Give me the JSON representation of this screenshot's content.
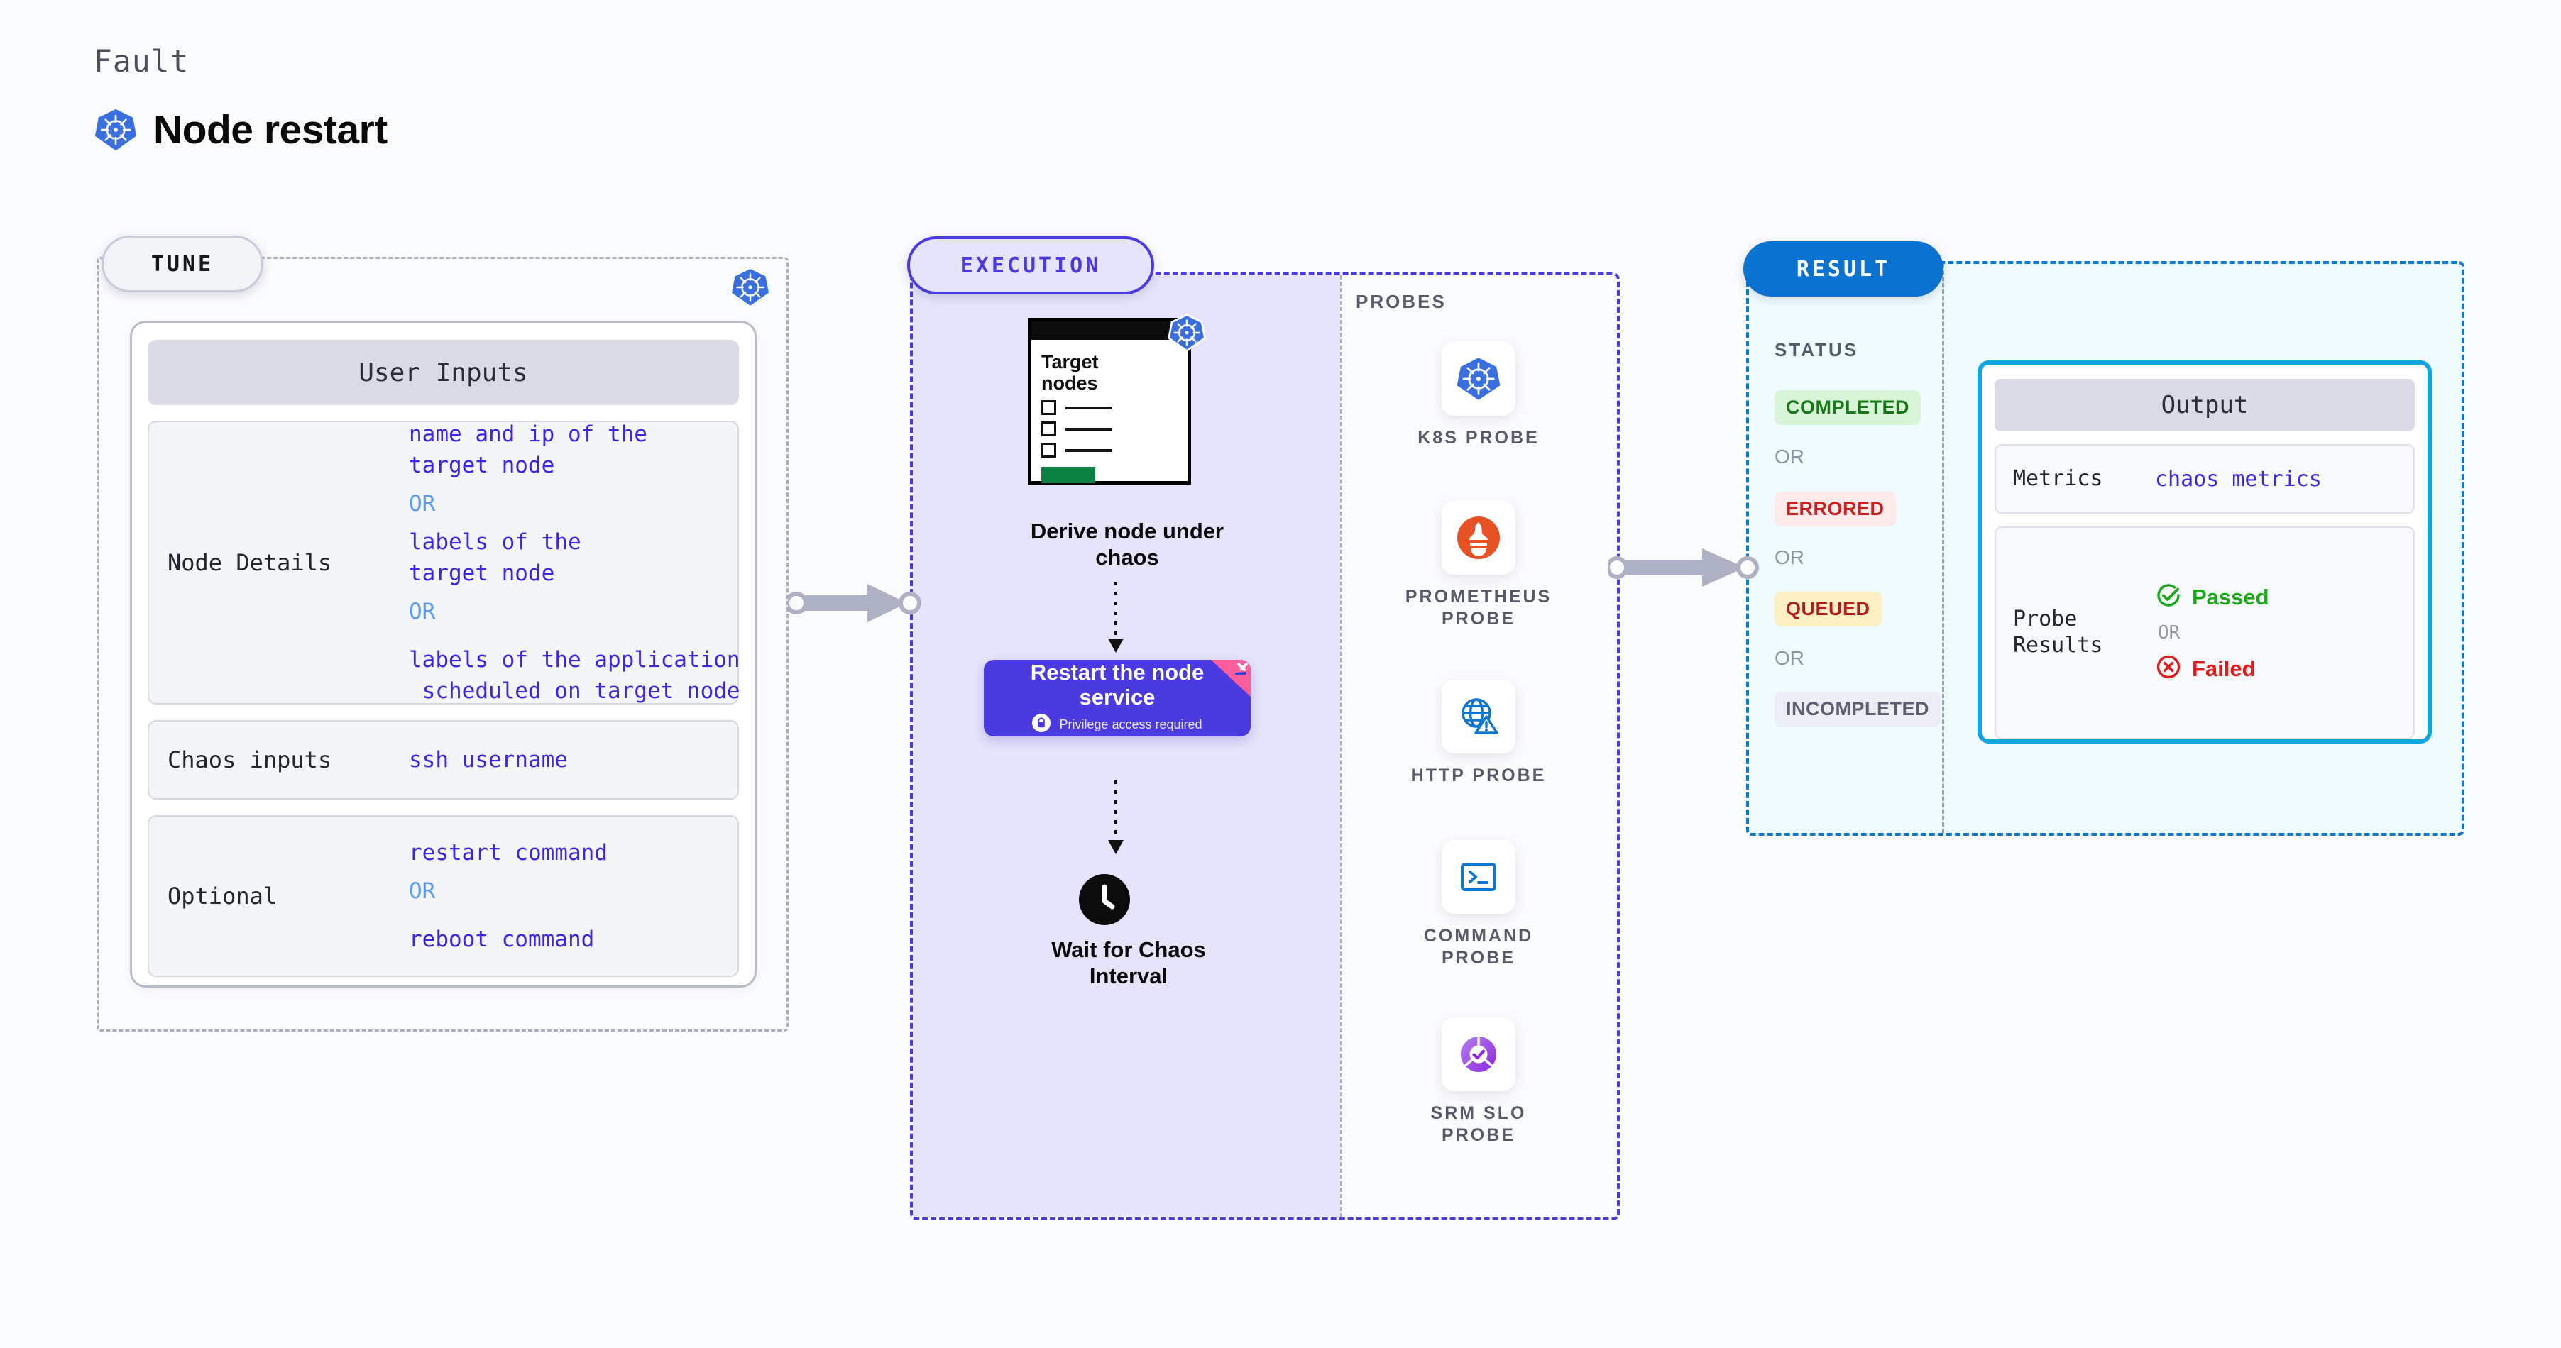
{
  "header": {
    "eyebrow": "Fault",
    "title": "Node restart",
    "logo_icon": "kubernetes-icon"
  },
  "colors": {
    "tune_border": "#a9aebc",
    "execution_accent": "#4a3ae0",
    "result_accent": "#0b73cf",
    "output_border": "#12a5e0",
    "value_text": "#3b26e8",
    "or_text": "#5a9bf6"
  },
  "tune": {
    "badge": "TUNE",
    "k8s_icon": "kubernetes-icon",
    "card_title": "User Inputs",
    "rows": [
      {
        "key": "Node Details",
        "values": [
          {
            "kind": "value",
            "text": "name and ip of the\ntarget node"
          },
          {
            "kind": "or",
            "text": "OR"
          },
          {
            "kind": "value",
            "text": "labels of the\ntarget node"
          },
          {
            "kind": "or",
            "text": "OR"
          },
          {
            "kind": "value",
            "text": "labels of the application\n scheduled on target node"
          }
        ]
      },
      {
        "key": "Chaos inputs",
        "values": [
          {
            "kind": "value",
            "text": "ssh username"
          }
        ]
      },
      {
        "key": "Optional",
        "values": [
          {
            "kind": "value",
            "text": "restart command"
          },
          {
            "kind": "or",
            "text": "OR"
          },
          {
            "kind": "value",
            "text": "reboot command"
          }
        ]
      }
    ]
  },
  "execution": {
    "badge": "EXECUTION",
    "target_doc": {
      "title": "Target\nnodes",
      "k8s_icon": "kubernetes-icon",
      "checkbox_rows": 3
    },
    "derive_label": "Derive node under\nchaos",
    "action": {
      "title": "Restart the node\nservice",
      "note": "Privilege access required",
      "note_icon": "lock-icon",
      "ribbon_icon": "fault-ribbon-icon"
    },
    "wait": {
      "icon": "clock-icon",
      "label": "Wait for Chaos\nInterval"
    },
    "probes_title": "PROBES",
    "probes": [
      {
        "name": "K8S PROBE",
        "icon": "kubernetes-icon"
      },
      {
        "name": "PROMETHEUS\nPROBE",
        "icon": "prometheus-icon"
      },
      {
        "name": "HTTP PROBE",
        "icon": "globe-warning-icon"
      },
      {
        "name": "COMMAND\nPROBE",
        "icon": "terminal-icon"
      },
      {
        "name": "SRM SLO\nPROBE",
        "icon": "slo-donut-check-icon"
      }
    ]
  },
  "result": {
    "badge": "RESULT",
    "status_title": "STATUS",
    "or_label": "OR",
    "statuses": [
      {
        "label": "COMPLETED",
        "bg": "#d8f5d8",
        "fg": "#157a16"
      },
      {
        "label": "ERRORED",
        "bg": "#fdeaea",
        "fg": "#cc1f1f"
      },
      {
        "label": "QUEUED",
        "bg": "#fdefc4",
        "fg": "#b41e1e"
      },
      {
        "label": "INCOMPLETED",
        "bg": "#eceef3",
        "fg": "#5b6070"
      }
    ],
    "output": {
      "title": "Output",
      "metrics_key": "Metrics",
      "metrics_value": "chaos metrics",
      "probe_key": "Probe\nResults",
      "passed_label": "Passed",
      "passed_icon": "check-circle-icon",
      "or_label": "OR",
      "failed_label": "Failed",
      "failed_icon": "x-circle-icon"
    }
  }
}
